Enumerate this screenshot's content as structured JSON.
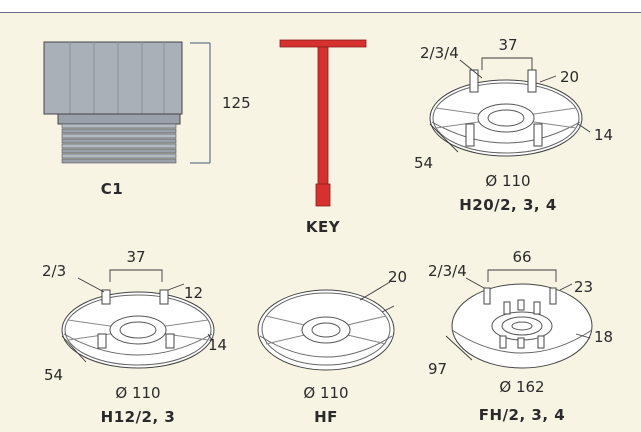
{
  "colors": {
    "background": "#f8f4e4",
    "key_red": "#d6302f",
    "part_gray": "#a9b0b8",
    "dim_line": "#3f5a7a"
  },
  "items": [
    {
      "id": "c1",
      "caption": "C1",
      "dims": {
        "height": "125"
      }
    },
    {
      "id": "key",
      "caption": "KEY"
    },
    {
      "id": "h20",
      "caption": "H20/2, 3, 4",
      "dims": {
        "tab": "2/3/4",
        "width": "37",
        "tab_height": "20",
        "thickness": "14",
        "height": "54",
        "diameter": "Ø 110"
      }
    },
    {
      "id": "h12",
      "caption": "H12/2, 3",
      "dims": {
        "tab": "2/3",
        "width": "37",
        "tab_height": "12",
        "thickness": "14",
        "height": "54",
        "diameter": "Ø 110"
      }
    },
    {
      "id": "hf",
      "caption": "HF",
      "dims": {
        "thickness": "20",
        "diameter": "Ø 110"
      }
    },
    {
      "id": "fh",
      "caption": "FH/2, 3, 4",
      "dims": {
        "tab": "2/3/4",
        "width": "66",
        "tab_height": "23",
        "thickness": "18",
        "height": "97",
        "diameter": "Ø 162"
      }
    }
  ]
}
